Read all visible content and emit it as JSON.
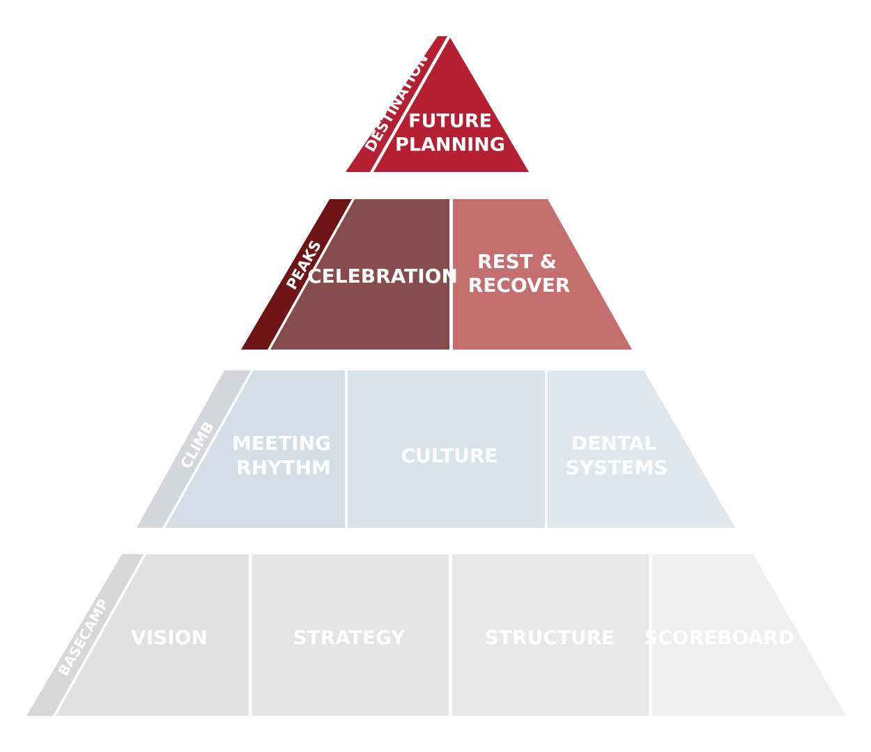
{
  "pyramid": {
    "destination": {
      "band_label": "DESTINATION",
      "cell": {
        "line1": "FUTURE",
        "line2": "PLANNING"
      }
    },
    "peaks": {
      "band_label": "PEAKS",
      "cells": [
        {
          "line1": "CELEBRATION",
          "line2": ""
        },
        {
          "line1": "REST &",
          "line2": "RECOVER"
        }
      ]
    },
    "climb": {
      "band_label": "CLIMB",
      "cells": [
        {
          "line1": "MEETING",
          "line2": "RHYTHM"
        },
        {
          "line1": "CULTURE",
          "line2": ""
        },
        {
          "line1": "DENTAL",
          "line2": "SYSTEMS"
        }
      ]
    },
    "basecamp": {
      "band_label": "BASECAMP",
      "cells": [
        {
          "line1": "VISION",
          "line2": ""
        },
        {
          "line1": "STRATEGY",
          "line2": ""
        },
        {
          "line1": "STRUCTURE",
          "line2": ""
        },
        {
          "line1": "SCOREBOARD",
          "line2": ""
        }
      ]
    }
  },
  "colors": {
    "destination_fill": "#b41f32",
    "peaks_band": "#6e1417",
    "celebration": "#864c4c",
    "rest_recover": "#c56e6f",
    "climb_band": "#d4d6d9",
    "meeting_rhythm": "#d3dee6",
    "culture": "#d9e3ea",
    "dental_systems": "#e0e7ec",
    "basecamp_band": "#d7d7d7",
    "vision": "#e1e1e1",
    "strategy": "#e4e4e4",
    "structure": "#e8e8e8",
    "scoreboard": "#efefef"
  }
}
